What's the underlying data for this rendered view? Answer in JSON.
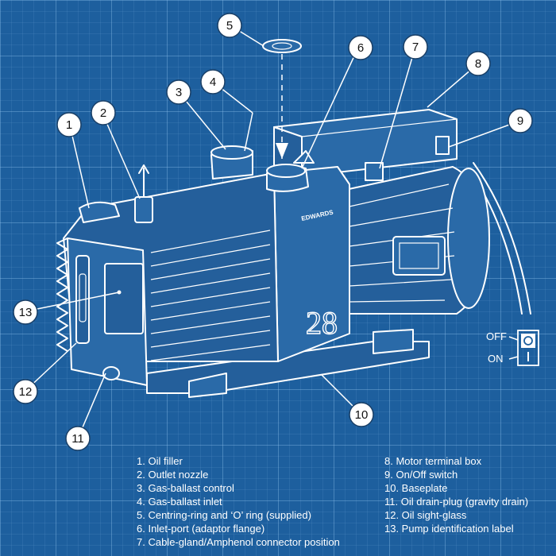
{
  "callouts": [
    "1",
    "2",
    "3",
    "4",
    "5",
    "6",
    "7",
    "8",
    "9",
    "10",
    "11",
    "12",
    "13"
  ],
  "legend_left": [
    "1. Oil filler",
    "2. Outlet nozzle",
    "3. Gas-ballast control",
    "4. Gas-ballast inlet",
    "5. Centring-ring and ‘O’ ring (supplied)",
    "6. Inlet-port (adaptor flange)",
    "7. Cable-gland/Amphenol connector position"
  ],
  "legend_right": [
    "8. Motor terminal box",
    "9. On/Off switch",
    "10. Baseplate",
    "11. Oil drain-plug (gravity drain)",
    "12. Oil sight-glass",
    "13. Pump identification label"
  ],
  "switch": {
    "off_label": "OFF",
    "on_label": "ON"
  },
  "pump": {
    "model_number": "28",
    "brand_mark": "EDWARDS"
  },
  "colors": {
    "background": "#1d5f9e",
    "line": "#ffffff",
    "callout_fill": "#ffffff"
  }
}
